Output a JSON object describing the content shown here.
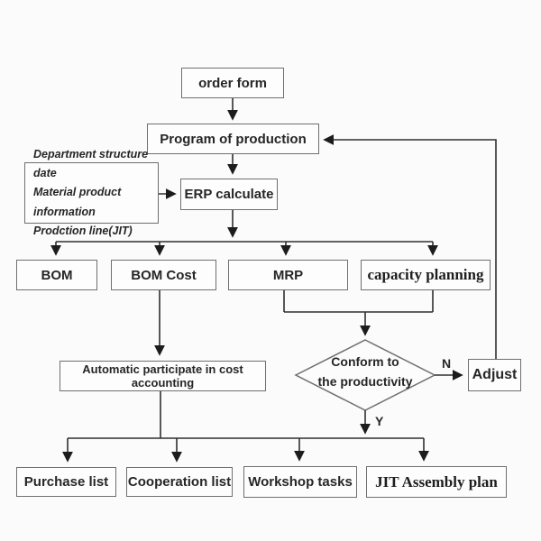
{
  "diagram": {
    "type": "flowchart",
    "nodes": {
      "order_form": {
        "label": "order form"
      },
      "program": {
        "label": "Program of production"
      },
      "inputs": {
        "lines": [
          "Department structure date",
          "Material product information",
          "Prodction line(JIT)"
        ]
      },
      "erp": {
        "label": "ERP calculate"
      },
      "bom": {
        "label": "BOM"
      },
      "bom_cost": {
        "label": "BOM Cost"
      },
      "mrp": {
        "label": "MRP"
      },
      "capacity": {
        "label": "capacity planning"
      },
      "cost_accounting": {
        "label": "Automatic participate in cost accounting"
      },
      "decision": {
        "lines": [
          "Conform to",
          "the productivity"
        ]
      },
      "adjust": {
        "label": "Adjust"
      },
      "purchase": {
        "label": "Purchase list"
      },
      "cooperation": {
        "label": "Cooperation list"
      },
      "workshop": {
        "label": "Workshop tasks"
      },
      "jit": {
        "label": "JIT Assembly plan"
      }
    },
    "edge_labels": {
      "no": "N",
      "yes": "Y"
    },
    "colors": {
      "background": "#fbfbfb",
      "line": "#2f2f2f",
      "box_border": "#6f6f6f",
      "box_fill": "#fdfdfd",
      "text": "#262626"
    }
  }
}
